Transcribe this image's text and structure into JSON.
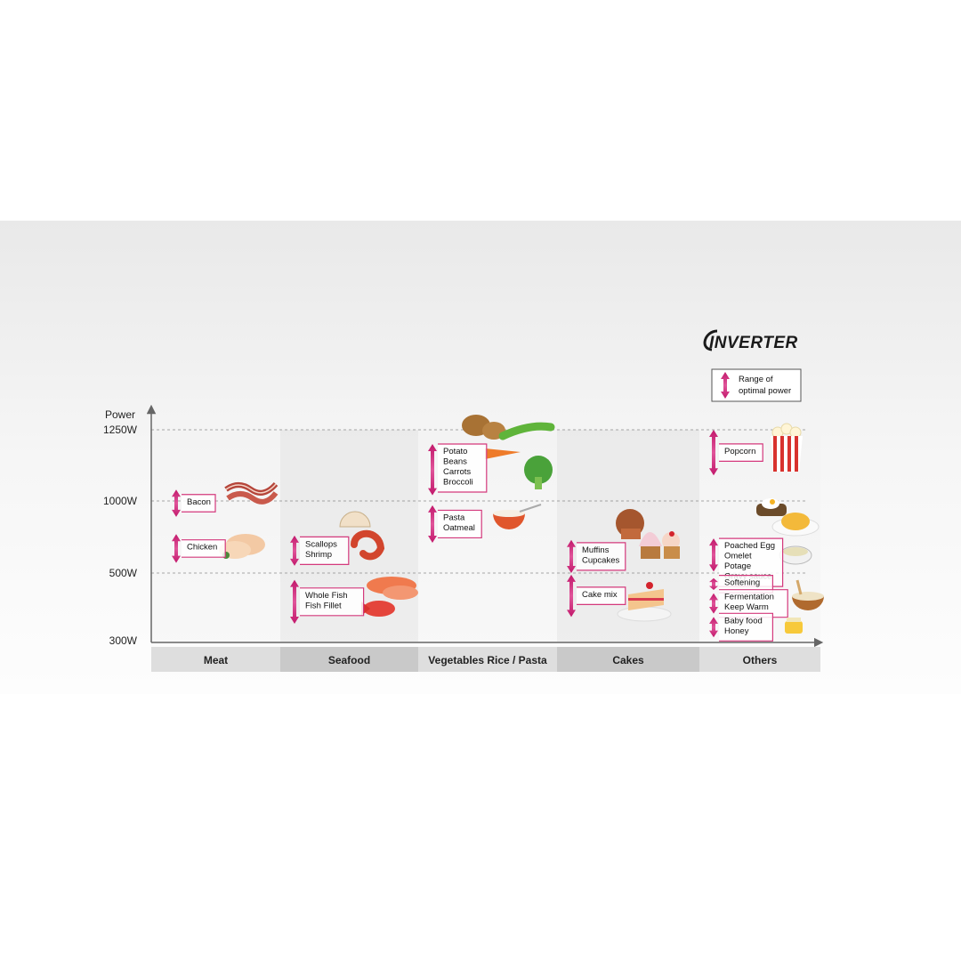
{
  "brand": {
    "name": "INVERTER"
  },
  "legend": {
    "lines": [
      "Range of",
      "optimal power"
    ]
  },
  "colors": {
    "arrow": "#c2186b",
    "box_border": "#d4397c",
    "grid": "#8a8a8a",
    "axis": "#666666",
    "category_dark": "#c9c9c9",
    "category_light": "#dedede"
  },
  "chart_data": {
    "type": "range",
    "ylabel": "Power",
    "y_ticks": [
      {
        "label": "1250W",
        "value": 1250
      },
      {
        "label": "1000W",
        "value": 1000
      },
      {
        "label": "500W",
        "value": 500
      },
      {
        "label": "300W",
        "value": 300
      }
    ],
    "gridlines": [
      1250,
      1000,
      500
    ],
    "categories": [
      "Meat",
      "Seafood",
      "Vegetables Rice / Pasta",
      "Cakes",
      "Others"
    ],
    "items": [
      {
        "category": "Meat",
        "labels": [
          "Bacon"
        ],
        "y_min": 890,
        "y_max": 1040,
        "food_icon": "bacon"
      },
      {
        "category": "Meat",
        "labels": [
          "Chicken"
        ],
        "y_min": 570,
        "y_max": 770,
        "food_icon": "chicken"
      },
      {
        "category": "Seafood",
        "labels": [
          "Scallops",
          "Shrimp"
        ],
        "y_min": 550,
        "y_max": 760,
        "food_icon": "shrimp-scallop"
      },
      {
        "category": "Seafood",
        "labels": [
          "Whole Fish",
          "Fish Fillet"
        ],
        "y_min": 350,
        "y_max": 480,
        "food_icon": "fish"
      },
      {
        "category": "Vegetables Rice / Pasta",
        "labels": [
          "Potato",
          "Beans",
          "Carrots",
          "Broccoli"
        ],
        "y_min": 1020,
        "y_max": 1200,
        "food_icon": "vegetables"
      },
      {
        "category": "Vegetables Rice / Pasta",
        "labels": [
          "Pasta",
          "Oatmeal"
        ],
        "y_min": 710,
        "y_max": 970,
        "food_icon": "oatmeal-bowl"
      },
      {
        "category": "Cakes",
        "labels": [
          "Muffins",
          "Cupcakes"
        ],
        "y_min": 500,
        "y_max": 730,
        "food_icon": "muffin-cupcake"
      },
      {
        "category": "Cakes",
        "labels": [
          "Cake mix"
        ],
        "y_min": 370,
        "y_max": 495,
        "food_icon": "cake-slice"
      },
      {
        "category": "Others",
        "labels": [
          "Popcorn"
        ],
        "y_min": 1090,
        "y_max": 1250,
        "food_icon": "popcorn"
      },
      {
        "category": "Others",
        "labels": [
          "Poached Egg",
          "Omelet",
          "Potage",
          "Gravy sauce"
        ],
        "y_min": 510,
        "y_max": 740,
        "food_icon": "egg-omelet-soup"
      },
      {
        "category": "Others",
        "labels": [
          "Softening"
        ],
        "y_min": 450,
        "y_max": 485,
        "food_icon": ""
      },
      {
        "category": "Others",
        "labels": [
          "Fermentation",
          "Keep Warm"
        ],
        "y_min": 380,
        "y_max": 440,
        "food_icon": "porridge"
      },
      {
        "category": "Others",
        "labels": [
          "Baby food",
          "Honey"
        ],
        "y_min": 310,
        "y_max": 370,
        "food_icon": "honey-jar"
      }
    ]
  }
}
